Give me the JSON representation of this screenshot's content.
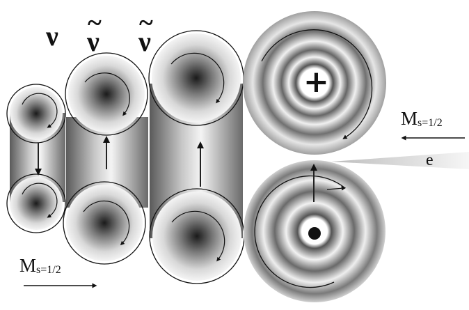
{
  "labels": {
    "nu": "ν",
    "nu_tilde_1": "ν",
    "nu_tilde_2": "ν",
    "tilde_mark": "~",
    "ms_prefix": "M",
    "ms_value": "s=1/2",
    "electron": "e",
    "plus": "+"
  },
  "colors": {
    "ink": "#111111",
    "shade_dark": "#222222",
    "shade_light": "#ffffff"
  }
}
